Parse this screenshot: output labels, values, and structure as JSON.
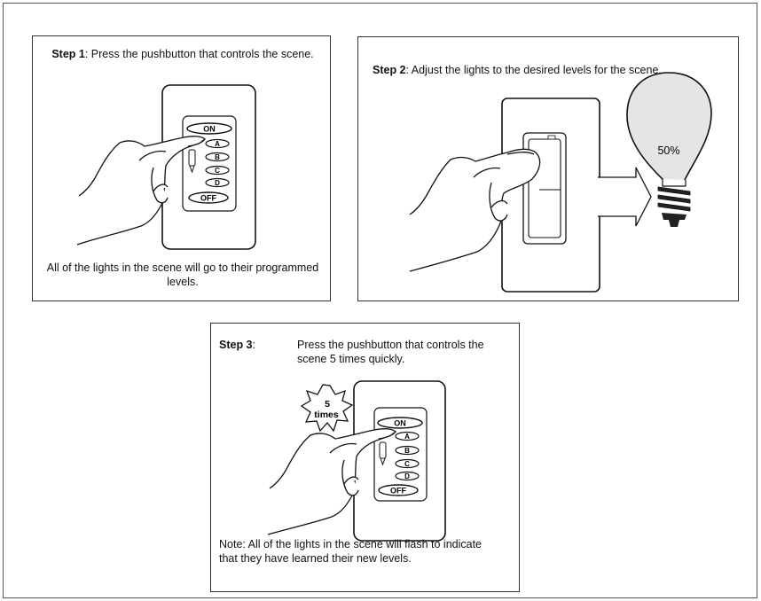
{
  "step1": {
    "heading": "Step 1",
    "text": ": Press the pushbutton that controls the scene.",
    "caption": "All of the lights in the scene will go to their programmed levels.",
    "buttons": [
      "ON",
      "A",
      "B",
      "C",
      "D",
      "OFF"
    ]
  },
  "step2": {
    "heading": "Step 2",
    "text": ": Adjust the lights to the desired levels for the scene.",
    "bulb_level": "50%"
  },
  "step3": {
    "heading": "Step 3",
    "colon": ":",
    "text": "Press the pushbutton that controls the scene 5 times quickly.",
    "burst_count": "5",
    "burst_unit": "times",
    "note": "Note: All of the lights in the scene will flash to indicate that they have learned their new levels.",
    "buttons": [
      "ON",
      "A",
      "B",
      "C",
      "D",
      "OFF"
    ]
  }
}
